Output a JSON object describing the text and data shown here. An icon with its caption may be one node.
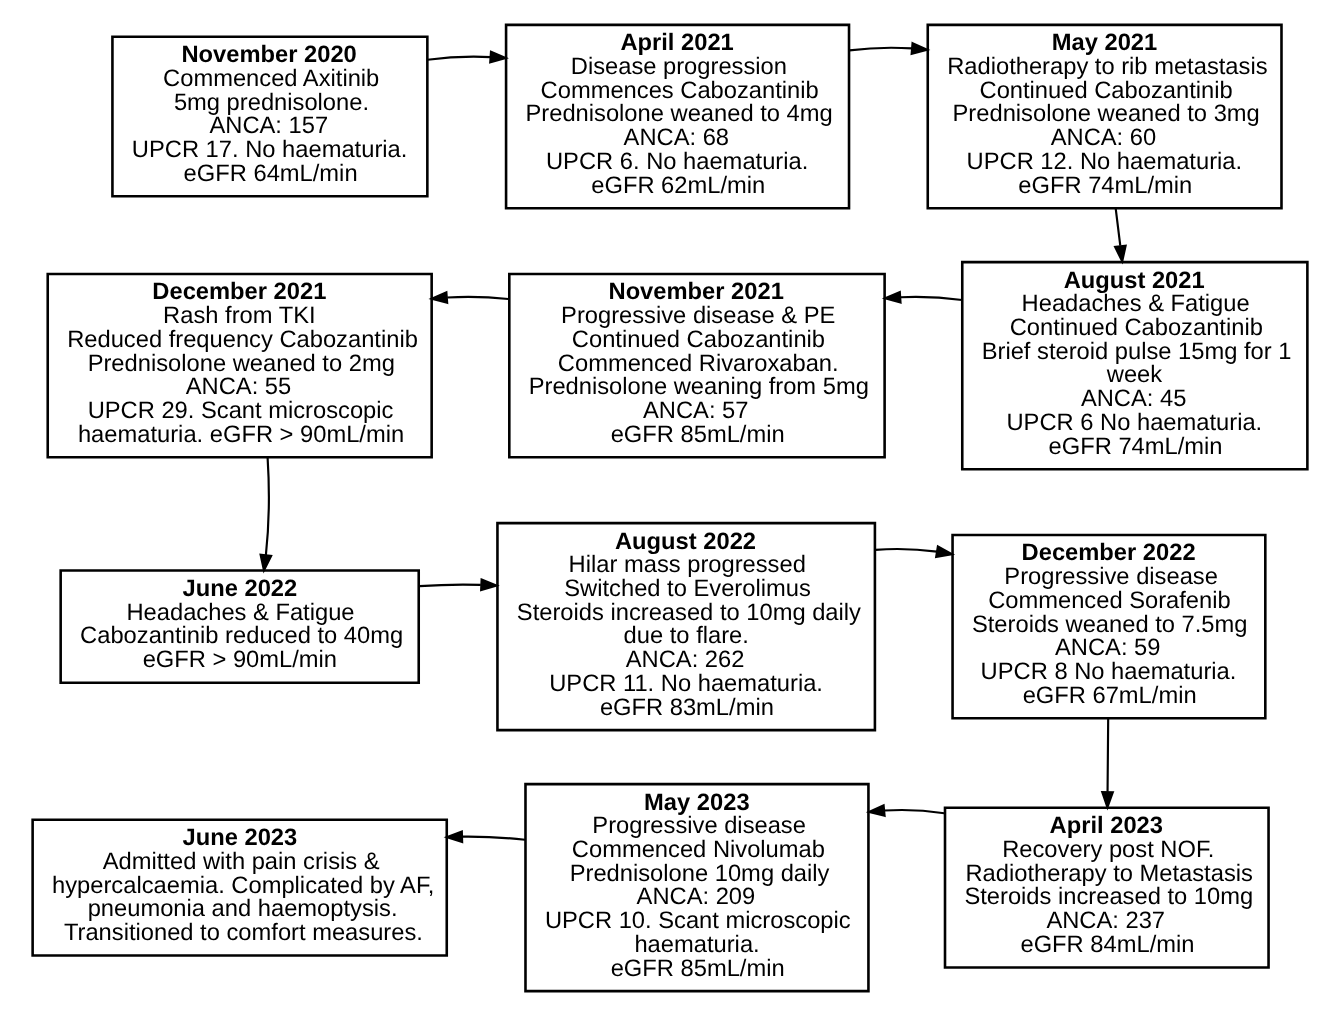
{
  "diagram": {
    "nodes": [
      {
        "text": [
          "November 2020",
          "Commenced Axitinib",
          "5mg prednisolone.",
          "ANCA: 157",
          "UPCR 17. No haematuria.",
          "eGFR 64mL/min"
        ]
      },
      {
        "text": [
          "April 2021",
          "Disease progression",
          "Commences Cabozantinib",
          "Prednisolone weaned to 4mg",
          "ANCA: 68",
          "UPCR 6. No haematuria.",
          "eGFR 62mL/min"
        ]
      },
      {
        "text": [
          "May 2021",
          "Radiotherapy to rib metastasis",
          "Continued Cabozantinib",
          "Prednisolone weaned to 3mg",
          "ANCA: 60",
          "UPCR 12. No haematuria.",
          "eGFR 74mL/min"
        ]
      },
      {
        "text": [
          "August 2021",
          "Headaches & Fatigue",
          "Continued Cabozantinib",
          "Brief steroid pulse 15mg for 1 week",
          "ANCA: 45",
          "UPCR 6 No haematuria.",
          "eGFR 74mL/min"
        ]
      },
      {
        "text": [
          "November 2021",
          "Progressive disease & PE",
          "Continued Cabozantinib",
          "Commenced Rivaroxaban.",
          "Prednisolone weaning from 5mg",
          "ANCA: 57",
          "eGFR 85mL/min"
        ]
      },
      {
        "text": [
          "December 2021",
          "Rash from TKI",
          "Reduced frequency Cabozantinib",
          "Prednisolone weaned to 2mg",
          "ANCA: 55",
          "UPCR 29. Scant microscopic haematuria. eGFR > 90mL/min"
        ]
      },
      {
        "text": [
          "June 2022",
          "Headaches & Fatigue",
          "Cabozantinib reduced to 40mg",
          "eGFR > 90mL/min"
        ]
      },
      {
        "text": [
          "August 2022",
          "Hilar mass progressed",
          "Switched to Everolimus",
          "Steroids increased to 10mg daily due to flare.",
          "ANCA: 262",
          "UPCR 11. No haematuria.",
          "eGFR 83mL/min"
        ]
      },
      {
        "text": [
          "December 2022",
          "Progressive disease",
          "Commenced Sorafenib",
          "Steroids weaned to 7.5mg",
          "ANCA: 59",
          "UPCR 8 No haematuria.",
          "eGFR 67mL/min"
        ]
      },
      {
        "text": [
          "April 2023",
          "Recovery post NOF.",
          "Radiotherapy to Metastasis",
          "Steroids increased to 10mg",
          "ANCA: 237",
          "eGFR 84mL/min"
        ]
      },
      {
        "text": [
          "May 2023",
          "Progressive disease",
          "Commenced Nivolumab",
          "Prednisolone 10mg daily",
          "ANCA: 209",
          "UPCR 10. Scant microscopic haematuria.",
          "eGFR 85mL/min"
        ]
      },
      {
        "text": [
          "June 2023",
          "Admitted with pain crisis & hypercalcaemia. Complicated by AF, pneumonia and haemoptysis. Transitioned to comfort measures."
        ]
      }
    ],
    "edges": [
      {
        "from": 0,
        "to": 1,
        "arrow": "to"
      },
      {
        "from": 1,
        "to": 2,
        "arrow": "to"
      },
      {
        "from": 2,
        "to": 3,
        "arrow": "to"
      },
      {
        "from": 3,
        "to": 4,
        "arrow": "to"
      },
      {
        "from": 4,
        "to": 5,
        "arrow": "to"
      },
      {
        "from": 5,
        "to": 6,
        "arrow": "to"
      },
      {
        "from": 6,
        "to": 7,
        "arrow": "to"
      },
      {
        "from": 7,
        "to": 8,
        "arrow": "to"
      },
      {
        "from": 8,
        "to": 9,
        "arrow": "to"
      },
      {
        "from": 9,
        "to": 10,
        "arrow": "to"
      },
      {
        "from": 10,
        "to": 11,
        "arrow": "to"
      }
    ]
  }
}
